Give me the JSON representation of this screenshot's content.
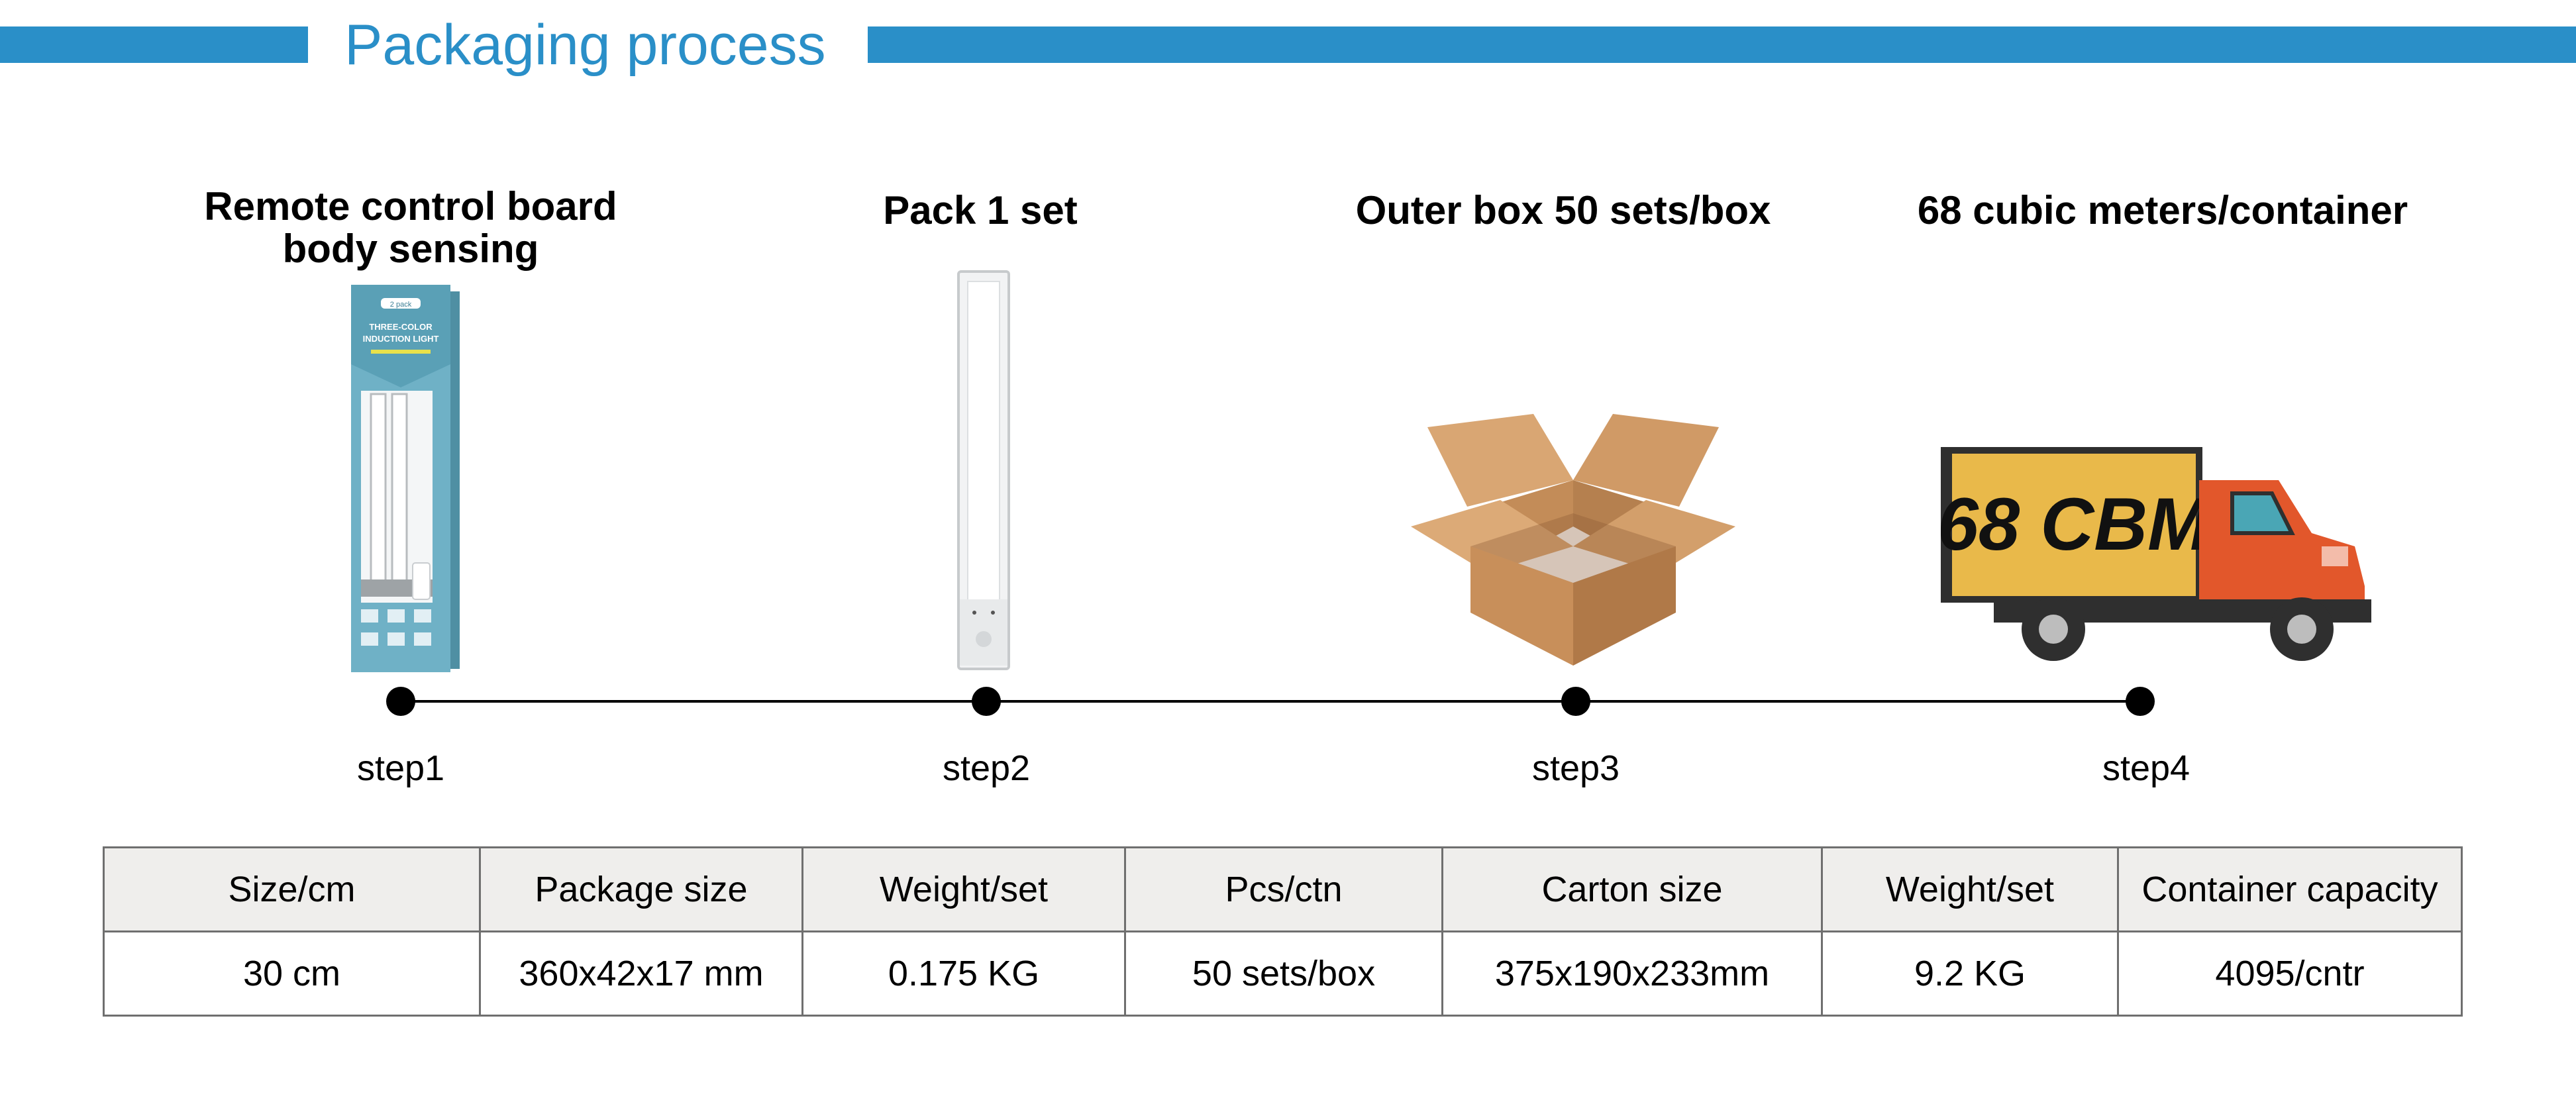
{
  "header": {
    "title": "Packaging process"
  },
  "steps": [
    {
      "title_line1": "Remote control board",
      "title_line2": "body sensing",
      "label": "step1"
    },
    {
      "title_line1": "Pack 1 set",
      "label": "step2"
    },
    {
      "title_line1": "Outer box 50 sets/box",
      "label": "step3"
    },
    {
      "title_line1": "68 cubic meters/container",
      "label": "step4"
    }
  ],
  "package_art": {
    "badge": "2 pack",
    "line1": "THREE-COLOR",
    "line2": "INDUCTION LIGHT"
  },
  "truck": {
    "cargo_text": "68 CBM"
  },
  "table": {
    "headers": [
      "Size/cm",
      "Package size",
      "Weight/set",
      "Pcs/ctn",
      "Carton size",
      "Weight/set",
      "Container capacity"
    ],
    "row": [
      "30 cm",
      "360x42x17 mm",
      "0.175 KG",
      "50 sets/box",
      "375x190x233mm",
      "9.2 KG",
      "4095/cntr"
    ]
  },
  "colors": {
    "accent": "#2a8fc8",
    "package": "#6fb1c6",
    "box": "#c9935e",
    "truck_cargo": "#e9b94a",
    "truck_cab": "#e2572b"
  }
}
